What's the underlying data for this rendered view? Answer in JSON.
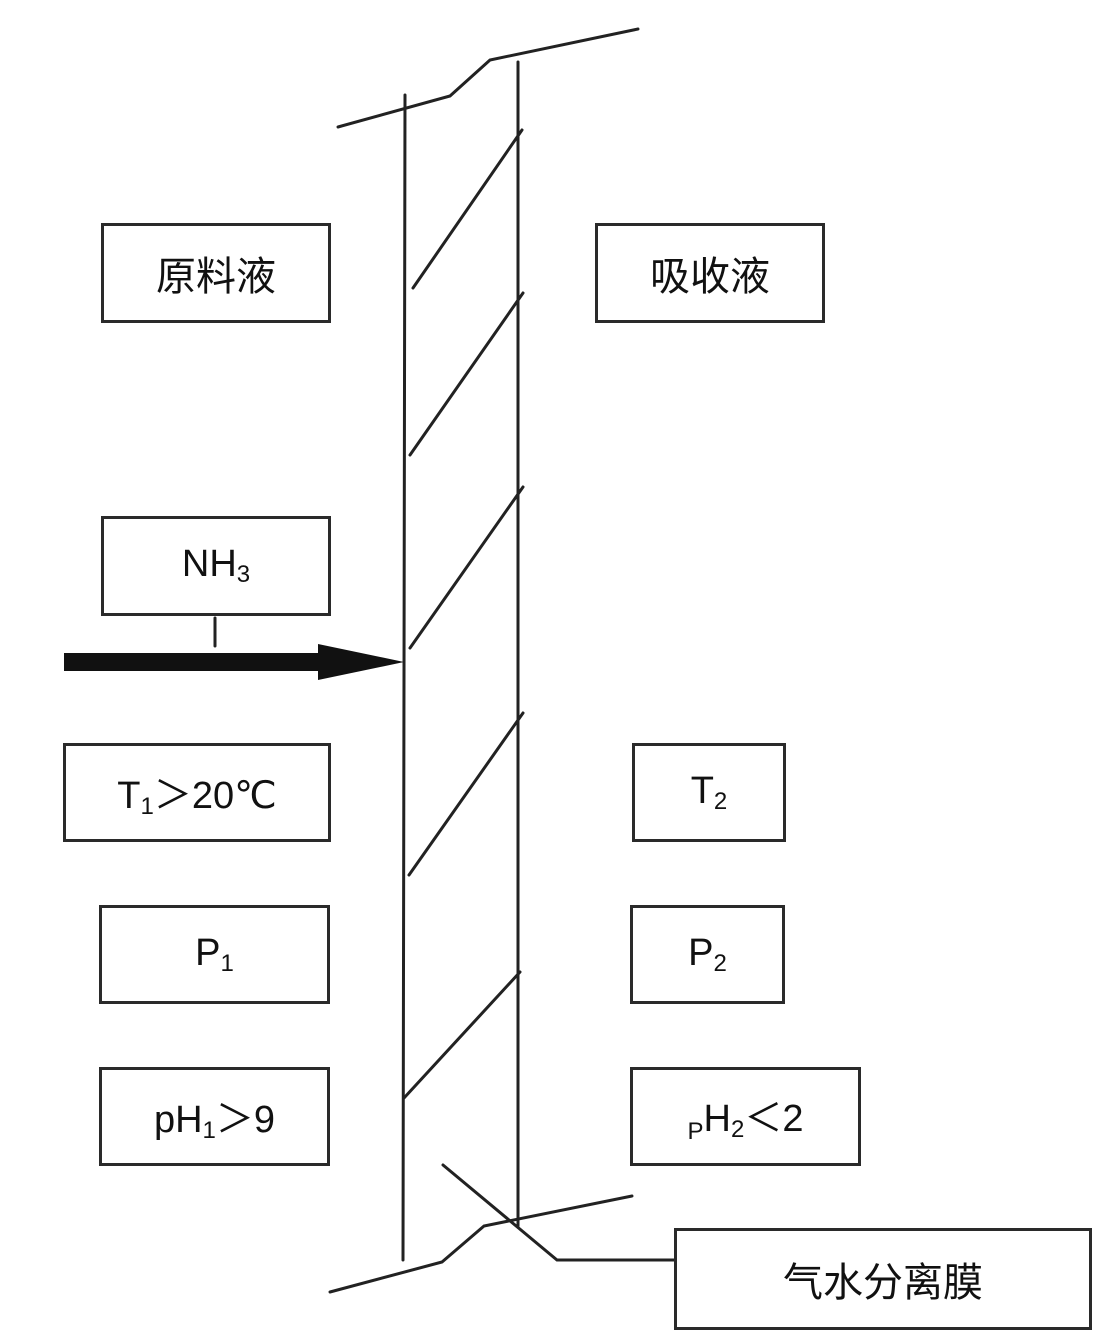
{
  "left_side": {
    "feed_liquid": "原料液",
    "species": {
      "base": "NH",
      "sub": "3"
    },
    "temperature": {
      "base": "T",
      "sub": "1",
      "rest": "＞20℃"
    },
    "pressure": {
      "base": "P",
      "sub": "1"
    },
    "ph": {
      "base": "pH",
      "sub": "1",
      "rest": "＞9"
    }
  },
  "right_side": {
    "absorption_liquid": "吸收液",
    "temperature": {
      "base": "T",
      "sub": "2"
    },
    "pressure": {
      "base": "P",
      "sub": "2"
    },
    "ph": {
      "pre": "P",
      "base": "H",
      "sub": "2",
      "rest": "＜2"
    }
  },
  "membrane_label": "气水分离膜"
}
